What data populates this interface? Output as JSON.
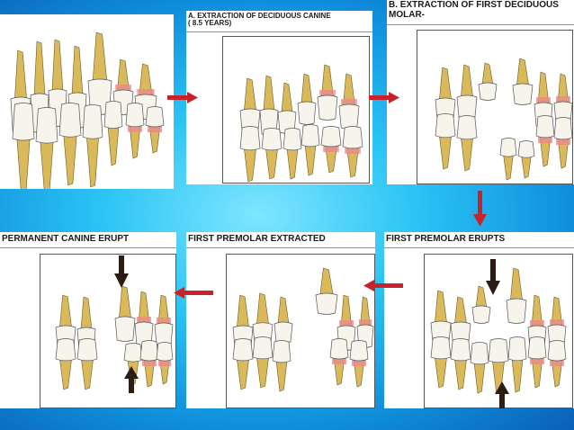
{
  "panels": {
    "p0": {
      "title": ""
    },
    "p1": {
      "title": "A. EXTRACTION OF  DECIDUOUS CANINE\n( 8.5 YEARS)"
    },
    "p2": {
      "title": "B. EXTRACTION OF FIRST DECIDUOUS\nMOLAR-"
    },
    "p3": {
      "title": "FIRST PREMOLAR ERUPTS"
    },
    "p4": {
      "title": "FIRST PREMOLAR EXTRACTED"
    },
    "p5": {
      "title": "PERMANENT CANINE ERUPT"
    }
  },
  "colors": {
    "arrow_red": "#c8232c",
    "arrow_dark": "#2b1d14",
    "crown": "#f7f4ec",
    "root": "#d9b95a",
    "gum": "#e88a8a"
  },
  "icons": {
    "flow_arrow": "red-right-arrow",
    "up_arrow": "dark-up-arrow",
    "down_arrow": "dark-down-arrow"
  }
}
